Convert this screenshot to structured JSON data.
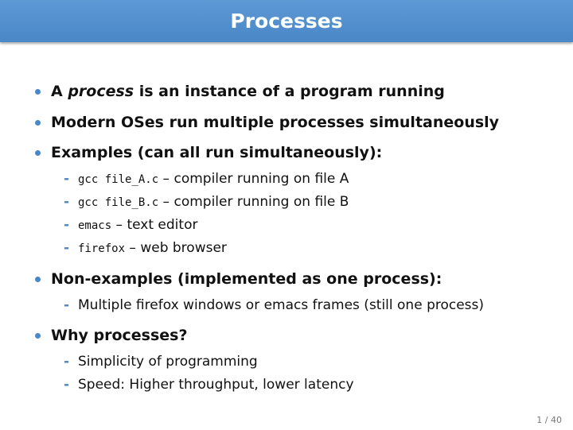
{
  "slide": {
    "title": "Processes",
    "page": "1 / 40"
  },
  "bullets": {
    "b1": {
      "pre": "A ",
      "em": "process",
      "post": " is an instance of a program running"
    },
    "b2": {
      "text": "Modern OSes run multiple processes simultaneously"
    },
    "b3": {
      "text": "Examples (can all run simultaneously):",
      "subs": [
        {
          "code": "gcc file_A.c",
          "sep": " – ",
          "text": "compiler running on file A"
        },
        {
          "code": "gcc file_B.c",
          "sep": " – ",
          "text": "compiler running on file B"
        },
        {
          "code": "emacs",
          "sep": " – ",
          "text": "text editor"
        },
        {
          "code": "firefox",
          "sep": " – ",
          "text": "web browser"
        }
      ]
    },
    "b4": {
      "text": "Non-examples (implemented as one process):",
      "subs": [
        {
          "text": "Multiple firefox windows or emacs frames (still one process)"
        }
      ]
    },
    "b5": {
      "text": "Why processes?",
      "subs": [
        {
          "text": "Simplicity of programming"
        },
        {
          "text": "Speed: Higher throughput, lower latency"
        }
      ]
    }
  },
  "colors": {
    "title_bar": "#4a87c7",
    "accent": "#4a87c7"
  }
}
